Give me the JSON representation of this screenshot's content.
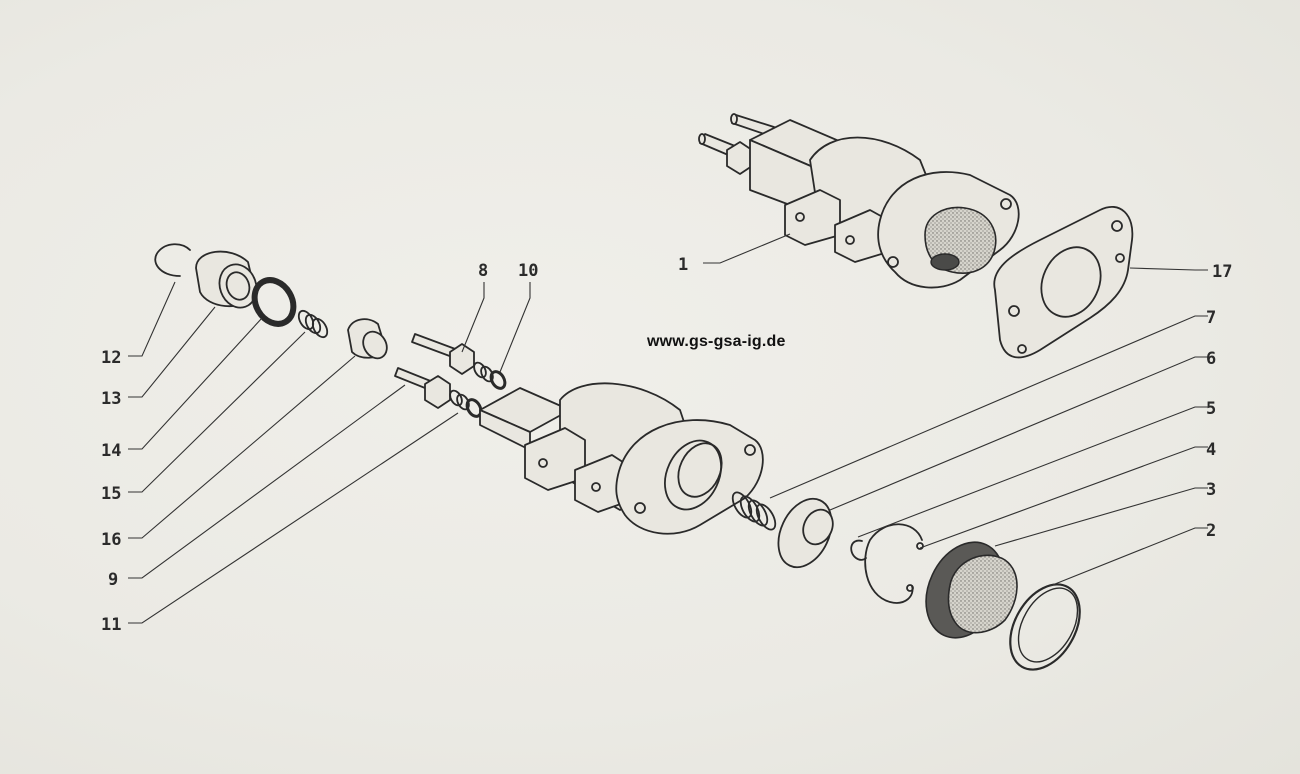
{
  "watermark": "www.gs-gsa-ig.de",
  "part_labels": [
    "1",
    "2",
    "3",
    "4",
    "5",
    "6",
    "7",
    "8",
    "9",
    "10",
    "11",
    "12",
    "13",
    "14",
    "15",
    "16",
    "17"
  ],
  "colors": {
    "paper": "#ecebe6",
    "ink": "#2a2a2a",
    "label": "#2b2b2b"
  }
}
